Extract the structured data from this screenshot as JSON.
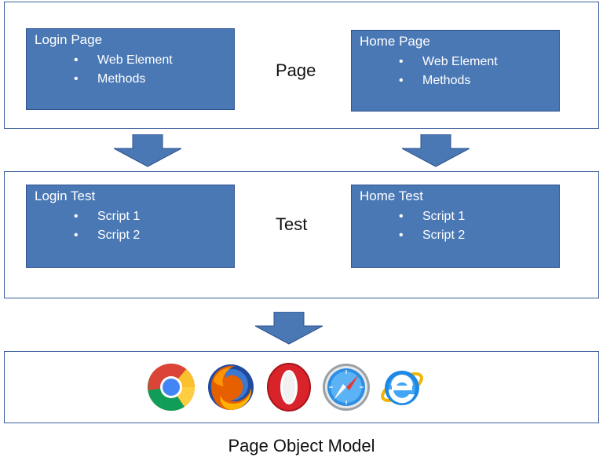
{
  "page_layer": {
    "label": "Page",
    "left_box": {
      "title": "Login Page",
      "items": [
        "Web Element",
        "Methods"
      ]
    },
    "right_box": {
      "title": "Home Page",
      "items": [
        "Web Element",
        "Methods"
      ]
    }
  },
  "test_layer": {
    "label": "Test",
    "left_box": {
      "title": "Login Test",
      "items": [
        "Script 1",
        "Script 2"
      ]
    },
    "right_box": {
      "title": "Home Test",
      "items": [
        "Script 1",
        "Script 2"
      ]
    }
  },
  "browsers": [
    "chrome-icon",
    "firefox-icon",
    "opera-icon",
    "safari-icon",
    "internet-explorer-icon"
  ],
  "caption": "Page Object Model",
  "colors": {
    "box_fill": "#4a78b5",
    "box_border": "#2f528f",
    "frame_border": "#3a5d9a",
    "arrow": "#4a78b5"
  }
}
